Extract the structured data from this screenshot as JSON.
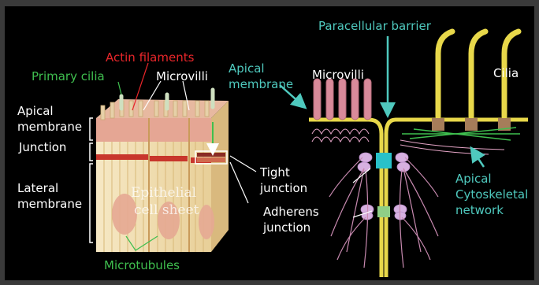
{
  "labels": {
    "actin_filaments": "Actin filaments",
    "primary_cilia": "Primary cilia",
    "microvilli_left": "Microvilli",
    "apical_membrane_left_1": "Apical",
    "apical_membrane_left_2": "membrane",
    "junction": "Junction",
    "lateral_membrane_1": "Lateral",
    "lateral_membrane_2": "membrane",
    "epithelial_1": "Epithelial",
    "epithelial_2": "cell sheet",
    "microtubules": "Microtubules",
    "tight_junction_1": "Tight",
    "tight_junction_2": "junction",
    "adherens_junction_1": "Adherens",
    "adherens_junction_2": "junction",
    "paracellular_barrier": "Paracellular barrier",
    "apical_membrane_right_1": "Apical",
    "apical_membrane_right_2": "membrane",
    "microvilli_right": "Microvilli",
    "cilia": "Cilia",
    "apical_cytoskeletal_1": "Apical",
    "apical_cytoskeletal_2": "Cytoskeletal",
    "apical_cytoskeletal_3": "network"
  },
  "colors": {
    "background": "#000000",
    "green_label": "#3fbf4f",
    "red_label": "#e8262a",
    "teal_label": "#4fc9be",
    "cilia_yellow": "#e8d84a",
    "microvilli_pink": "#d98a9a",
    "tight_junction_cyan": "#29c1c9",
    "cell_beige": "#f3e2b6"
  }
}
